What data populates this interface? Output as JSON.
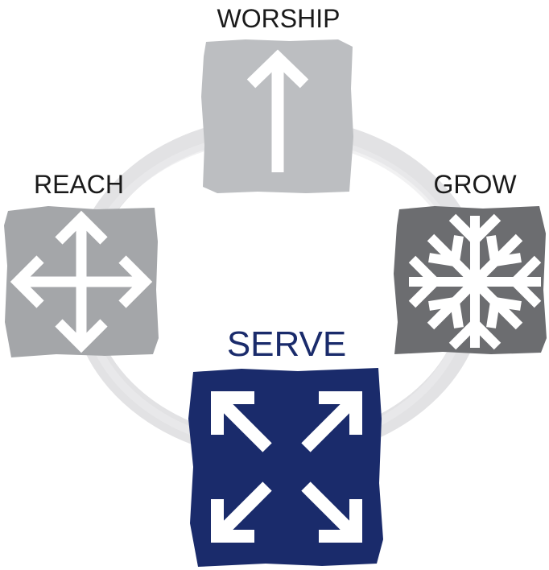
{
  "labels": {
    "worship": "WORSHIP",
    "reach": "REACH",
    "grow": "GROW",
    "serve": "SERVE"
  },
  "colors": {
    "ring": "#e2e2e4",
    "worship_box": "#bcbec1",
    "reach_box": "#a4a6a9",
    "grow_box": "#6c6d70",
    "serve_box": "#1a2b6b",
    "serve_text": "#1a2b6b",
    "label_text": "#1a1a1a",
    "icon": "#ffffff"
  },
  "icons": {
    "worship": "arrow-up-icon",
    "reach": "arrows-outward-icon",
    "grow": "arrows-inward-icon",
    "serve": "diagonal-arrows-outward-icon"
  }
}
